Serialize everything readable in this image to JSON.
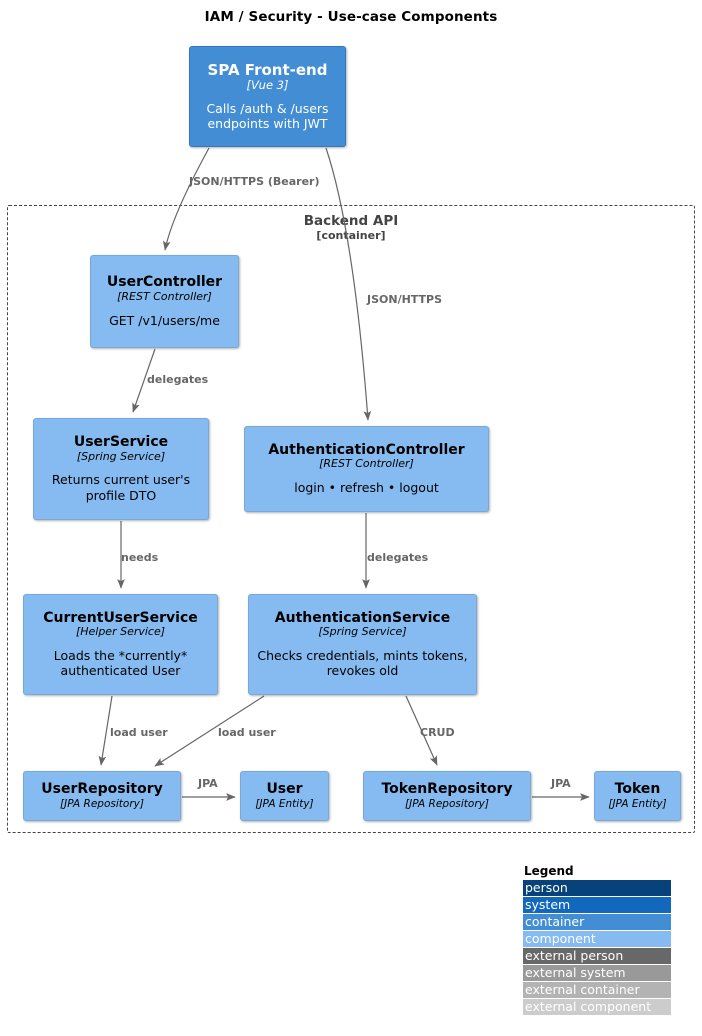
{
  "title": "IAM / Security - Use-case Components",
  "boundary": {
    "name": "Backend API",
    "type": "[container]"
  },
  "nodes": {
    "spa": {
      "name": "SPA Front-end",
      "tech": "[Vue 3]",
      "desc": "Calls /auth & /users endpoints with JWT",
      "kind": "container",
      "color": "#438DD5"
    },
    "usercontroller": {
      "name": "UserController",
      "tech": "[REST Controller]",
      "desc": "GET /v1/users/me",
      "kind": "component",
      "color": "#85BBF0"
    },
    "userservice": {
      "name": "UserService",
      "tech": "[Spring Service]",
      "desc": "Returns current user's profile DTO",
      "kind": "component",
      "color": "#85BBF0"
    },
    "authcontroller": {
      "name": "AuthenticationController",
      "tech": "[REST Controller]",
      "desc": "login • refresh • logout",
      "kind": "component",
      "color": "#85BBF0"
    },
    "currentuserservice": {
      "name": "CurrentUserService",
      "tech": "[Helper Service]",
      "desc": "Loads the *currently* authenticated User",
      "kind": "component",
      "color": "#85BBF0"
    },
    "authservice": {
      "name": "AuthenticationService",
      "tech": "[Spring Service]",
      "desc": "Checks credentials, mints tokens, revokes old",
      "kind": "component",
      "color": "#85BBF0"
    },
    "userrepository": {
      "name": "UserRepository",
      "tech": "[JPA Repository]",
      "desc": "",
      "kind": "component",
      "color": "#85BBF0"
    },
    "user": {
      "name": "User",
      "tech": "[JPA Entity]",
      "desc": "",
      "kind": "component",
      "color": "#85BBF0"
    },
    "tokenrepository": {
      "name": "TokenRepository",
      "tech": "[JPA Repository]",
      "desc": "",
      "kind": "component",
      "color": "#85BBF0"
    },
    "token": {
      "name": "Token",
      "tech": "[JPA Entity]",
      "desc": "",
      "kind": "component",
      "color": "#85BBF0"
    }
  },
  "edges": [
    {
      "id": "spa-usercontroller",
      "label": "JSON/HTTPS (Bearer)"
    },
    {
      "id": "spa-authcontroller",
      "label": "JSON/HTTPS"
    },
    {
      "id": "usercontroller-userservice",
      "label": "delegates"
    },
    {
      "id": "userservice-currentuser",
      "label": "needs"
    },
    {
      "id": "authcontroller-authservice",
      "label": "delegates"
    },
    {
      "id": "currentuser-userrepo",
      "label": "load user"
    },
    {
      "id": "authservice-userrepo",
      "label": "load user"
    },
    {
      "id": "authservice-tokenrepo",
      "label": "CRUD"
    },
    {
      "id": "userrepo-user",
      "label": "JPA"
    },
    {
      "id": "tokenrepo-token",
      "label": "JPA"
    }
  ],
  "legend": {
    "title": "Legend",
    "items": [
      {
        "label": "person",
        "color": "#08427B"
      },
      {
        "label": "system",
        "color": "#1168BD"
      },
      {
        "label": "container",
        "color": "#438DD5"
      },
      {
        "label": "component",
        "color": "#85BBF0"
      },
      {
        "label": "external person",
        "color": "#686868"
      },
      {
        "label": "external system",
        "color": "#999999"
      },
      {
        "label": "external container",
        "color": "#B3B3B3"
      },
      {
        "label": "external component",
        "color": "#CCCCCC"
      }
    ]
  }
}
